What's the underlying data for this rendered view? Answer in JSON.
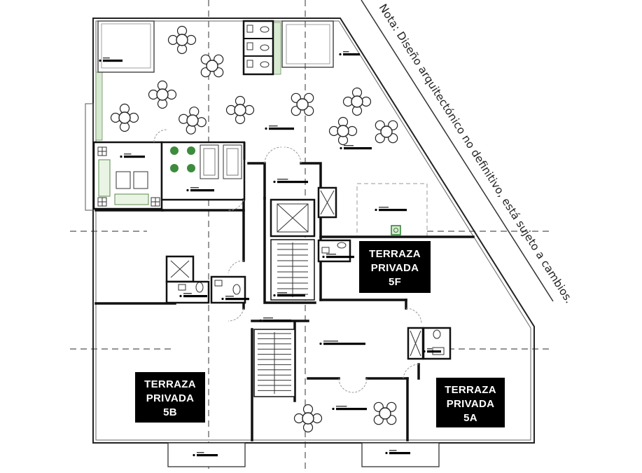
{
  "note": "Nota: Diseño arquitectónico no definitivo, está sujeto a cambios.",
  "terraces": [
    {
      "id": "5F",
      "lines": [
        "TERRAZA",
        "PRIVADA",
        "5F"
      ]
    },
    {
      "id": "5B",
      "lines": [
        "TERRAZA",
        "PRIVADA",
        "5B"
      ]
    },
    {
      "id": "5A",
      "lines": [
        "TERRAZA",
        "PRIVADA",
        "5A"
      ]
    }
  ],
  "colors": {
    "walls": "#111111",
    "labels_background": "#000000",
    "labels_text": "#ffffff",
    "accent_green": "#d9ead3",
    "icon_green": "#2e7d32"
  }
}
